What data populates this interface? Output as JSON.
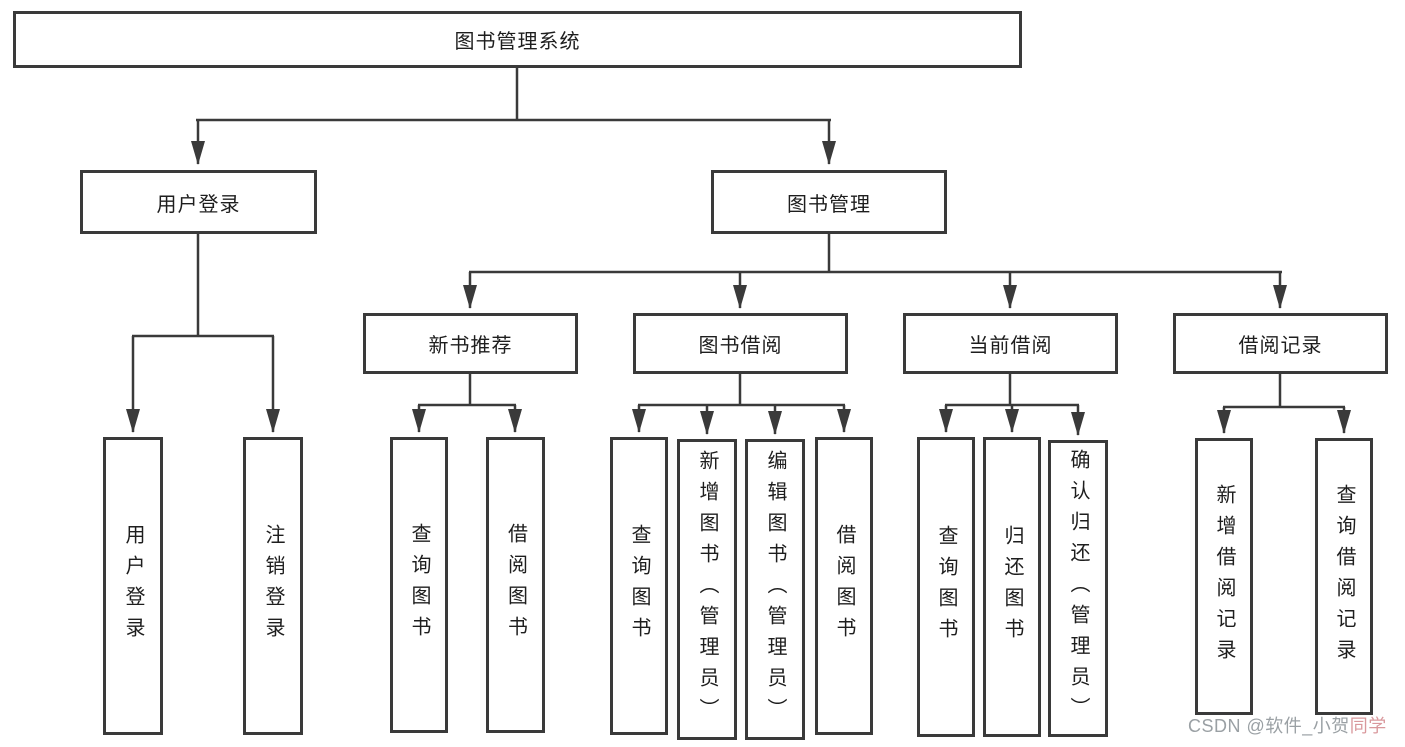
{
  "diagram": {
    "root": "图书管理系统",
    "branches": [
      {
        "label": "用户登录",
        "children": [
          "用户登录",
          "注销登录"
        ]
      },
      {
        "label": "图书管理",
        "modules": [
          {
            "label": "新书推荐",
            "children": [
              "查询图书",
              "借阅图书"
            ]
          },
          {
            "label": "图书借阅",
            "children": [
              "查询图书",
              "新增图书（管理员）",
              "编辑图书（管理员）",
              "借阅图书"
            ]
          },
          {
            "label": "当前借阅",
            "children": [
              "查询图书",
              "归还图书",
              "确认归还（管理员）"
            ]
          },
          {
            "label": "借阅记录",
            "children": [
              "新增借阅记录",
              "查询借阅记录"
            ]
          }
        ]
      }
    ]
  },
  "watermark": {
    "part1": "CSDN @软件_小贺",
    "part2": "同学"
  },
  "colors": {
    "line": "#3a3a3a",
    "text": "#1e1e1e",
    "background": "#ffffff",
    "watermark_gray": "#9aa0a4",
    "watermark_pink": "#d9989c"
  }
}
